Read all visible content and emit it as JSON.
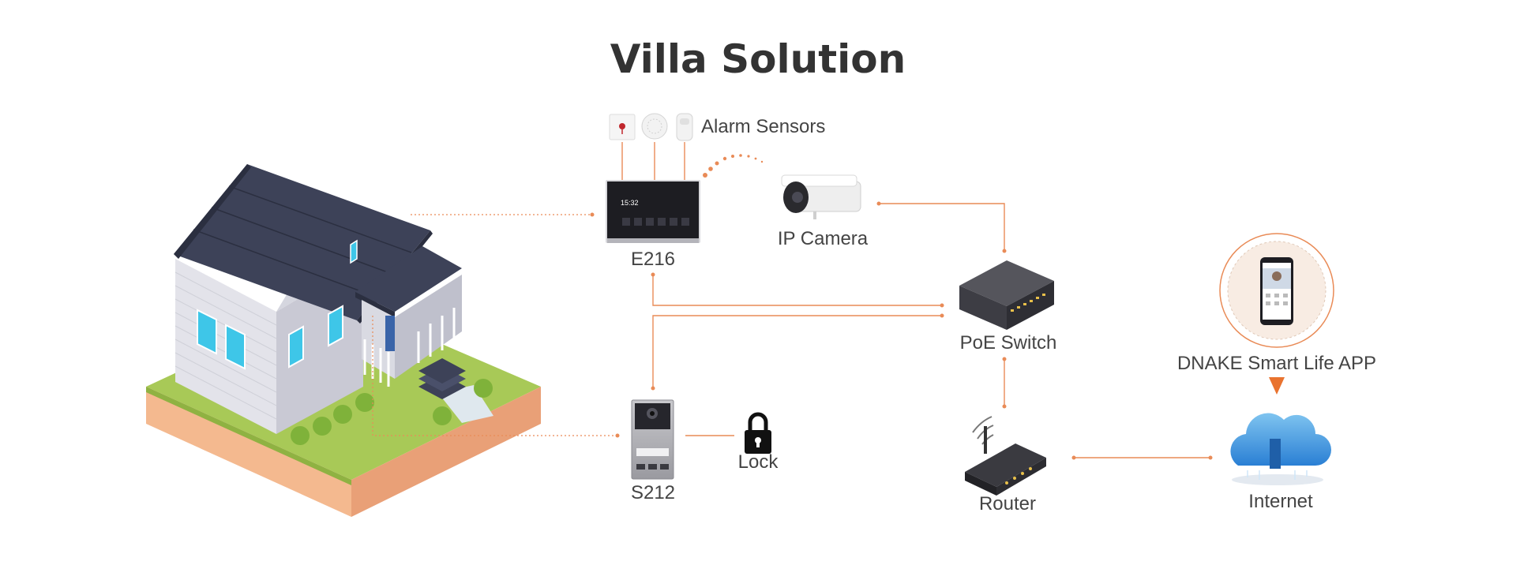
{
  "title": "Villa Solution",
  "labels": {
    "alarm_sensors": "Alarm Sensors",
    "e216": "E216",
    "ip_camera": "IP Camera",
    "poe_switch": "PoE Switch",
    "s212": "S212",
    "lock": "Lock",
    "router": "Router",
    "app": "DNAKE Smart Life APP",
    "internet": "Internet"
  },
  "screen": {
    "time": "15:32"
  },
  "colors": {
    "connector": "#e98b57",
    "title": "#333333",
    "label": "#444444",
    "grass": "#a8c957",
    "soil": "#f4b98f",
    "roof": "#3d4258",
    "window": "#3ec6e8"
  }
}
